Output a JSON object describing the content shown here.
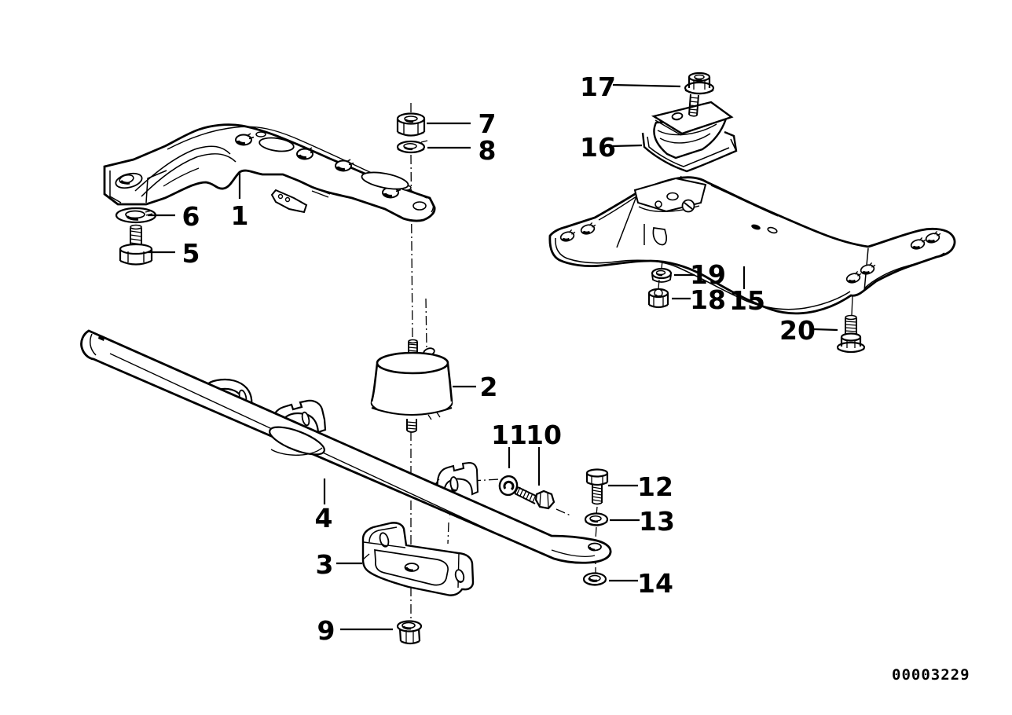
{
  "colors": {
    "ink": "#000000",
    "background": "#ffffff"
  },
  "doc_number": "00003229",
  "callouts": [
    {
      "label": "1"
    },
    {
      "label": "2"
    },
    {
      "label": "3"
    },
    {
      "label": "4"
    },
    {
      "label": "5"
    },
    {
      "label": "6"
    },
    {
      "label": "7"
    },
    {
      "label": "8"
    },
    {
      "label": "9"
    },
    {
      "label": "10"
    },
    {
      "label": "11"
    },
    {
      "label": "12"
    },
    {
      "label": "13"
    },
    {
      "label": "14"
    },
    {
      "label": "15"
    },
    {
      "label": "16"
    },
    {
      "label": "17"
    },
    {
      "label": "18"
    },
    {
      "label": "19"
    },
    {
      "label": "20"
    }
  ]
}
